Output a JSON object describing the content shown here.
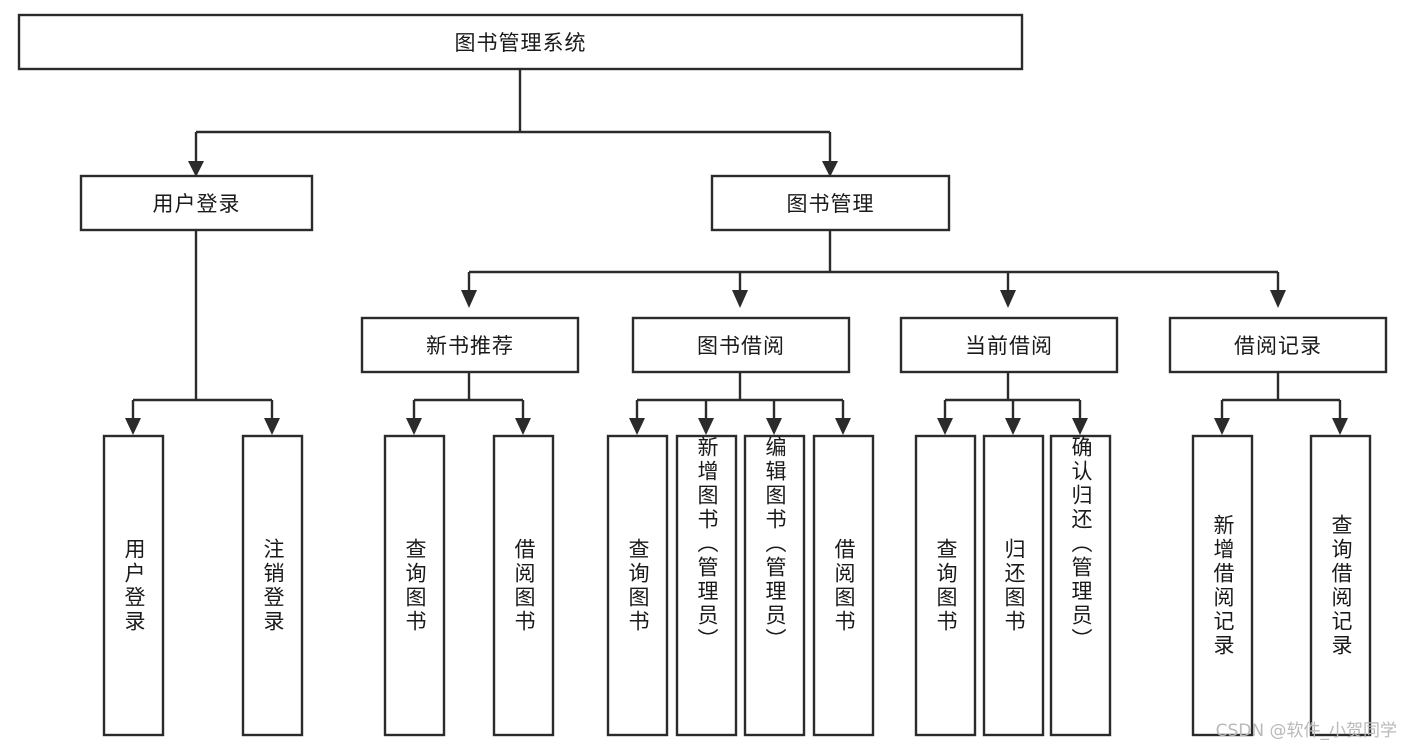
{
  "diagram": {
    "type": "hierarchy-tree",
    "title": "图书管理系统",
    "watermark": "CSDN @软件_小贺同学",
    "colors": {
      "background": "#ffffff",
      "box_fill": "#ffffff",
      "box_stroke": "#2b2b2b",
      "text": "#1a1a1a",
      "watermark": "#b9b9b9"
    },
    "levels": {
      "root": {
        "label": "图书管理系统"
      },
      "level2": [
        {
          "label": "用户登录"
        },
        {
          "label": "图书管理"
        }
      ],
      "level3": [
        {
          "label": "新书推荐"
        },
        {
          "label": "图书借阅"
        },
        {
          "label": "当前借阅"
        },
        {
          "label": "借阅记录"
        }
      ],
      "leaves": {
        "user_login": [
          {
            "label": "用户登录"
          },
          {
            "label": "注销登录"
          }
        ],
        "new_book_rec": [
          {
            "label": "查询图书"
          },
          {
            "label": "借阅图书"
          }
        ],
        "book_borrow": [
          {
            "label": "查询图书"
          },
          {
            "label": "新增图书（管理员）"
          },
          {
            "label": "编辑图书（管理员）"
          },
          {
            "label": "借阅图书"
          }
        ],
        "current_borrow": [
          {
            "label": "查询图书"
          },
          {
            "label": "归还图书"
          },
          {
            "label": "确认归还（管理员）"
          }
        ],
        "borrow_record": [
          {
            "label": "新增借阅记录"
          },
          {
            "label": "查询借阅记录"
          }
        ]
      }
    }
  }
}
